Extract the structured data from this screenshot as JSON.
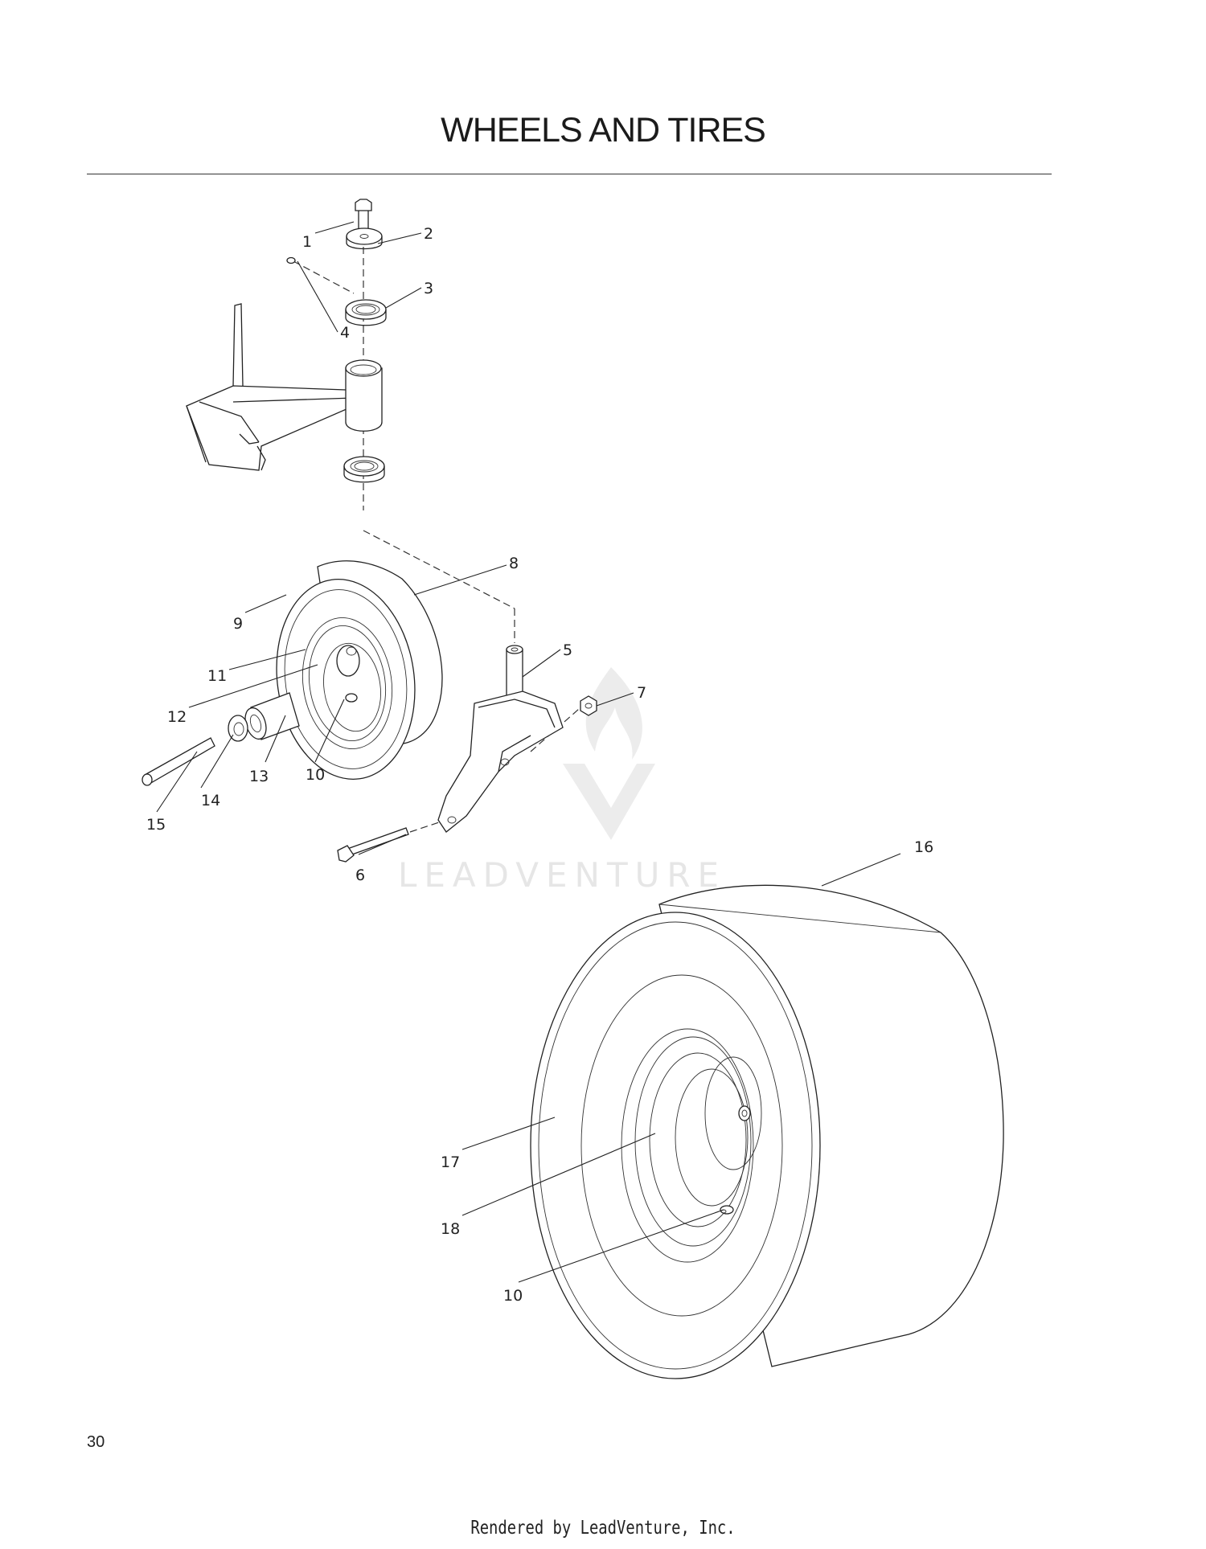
{
  "page": {
    "title": "WHEELS AND TIRES",
    "page_number": "30",
    "footer": "Rendered by LeadVenture, Inc.",
    "watermark": "LEADVENTURE"
  },
  "callouts": [
    {
      "id": "c1",
      "label": "1"
    },
    {
      "id": "c2",
      "label": "2"
    },
    {
      "id": "c3",
      "label": "3"
    },
    {
      "id": "c4",
      "label": "4"
    },
    {
      "id": "c5",
      "label": "5"
    },
    {
      "id": "c6",
      "label": "6"
    },
    {
      "id": "c7",
      "label": "7"
    },
    {
      "id": "c8",
      "label": "8"
    },
    {
      "id": "c9",
      "label": "9"
    },
    {
      "id": "c10a",
      "label": "10"
    },
    {
      "id": "c11",
      "label": "11"
    },
    {
      "id": "c12",
      "label": "12"
    },
    {
      "id": "c13",
      "label": "13"
    },
    {
      "id": "c14",
      "label": "14"
    },
    {
      "id": "c15",
      "label": "15"
    },
    {
      "id": "c16",
      "label": "16"
    },
    {
      "id": "c17",
      "label": "17"
    },
    {
      "id": "c18",
      "label": "18"
    },
    {
      "id": "c10b",
      "label": "10"
    }
  ]
}
